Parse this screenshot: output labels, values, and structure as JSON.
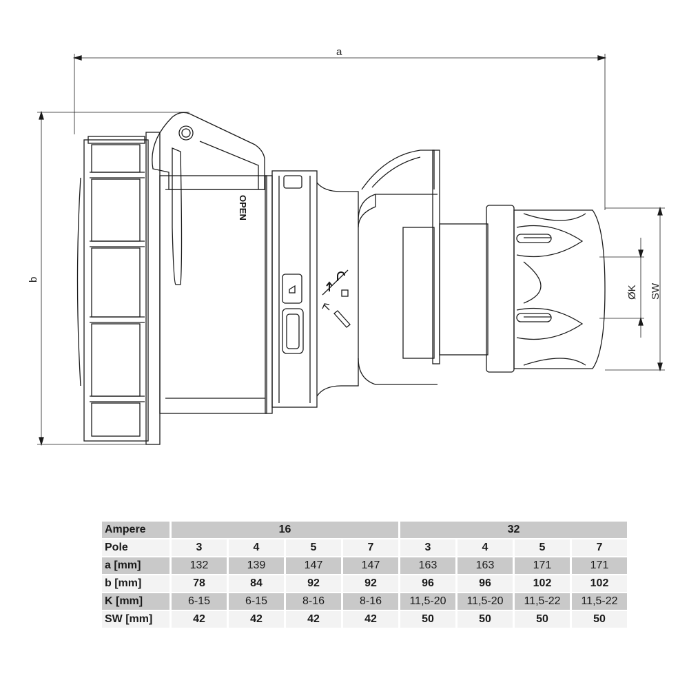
{
  "drawing": {
    "dimension_labels": {
      "a": "a",
      "b": "b",
      "k": "ØK",
      "sw": "SW"
    },
    "lid_text": "OPEN"
  },
  "table": {
    "ampere_label": "Ampere",
    "ampere_groups": [
      "16",
      "32"
    ],
    "rows": [
      {
        "label": "Pole",
        "values": [
          "3",
          "4",
          "5",
          "7",
          "3",
          "4",
          "5",
          "7"
        ]
      },
      {
        "label": "a [mm]",
        "values": [
          "132",
          "139",
          "147",
          "147",
          "163",
          "163",
          "171",
          "171"
        ]
      },
      {
        "label": "b [mm]",
        "values": [
          "78",
          "84",
          "92",
          "92",
          "96",
          "96",
          "102",
          "102"
        ]
      },
      {
        "label": "K [mm]",
        "values": [
          "6-15",
          "6-15",
          "8-16",
          "8-16",
          "11,5-20",
          "11,5-20",
          "11,5-22",
          "11,5-22"
        ]
      },
      {
        "label": "SW [mm]",
        "values": [
          "42",
          "42",
          "42",
          "42",
          "50",
          "50",
          "50",
          "50"
        ]
      }
    ]
  },
  "colors": {
    "header_gray": "#c9c9c9",
    "row_light": "#f3f3f3",
    "line": "#1a1a1a"
  }
}
